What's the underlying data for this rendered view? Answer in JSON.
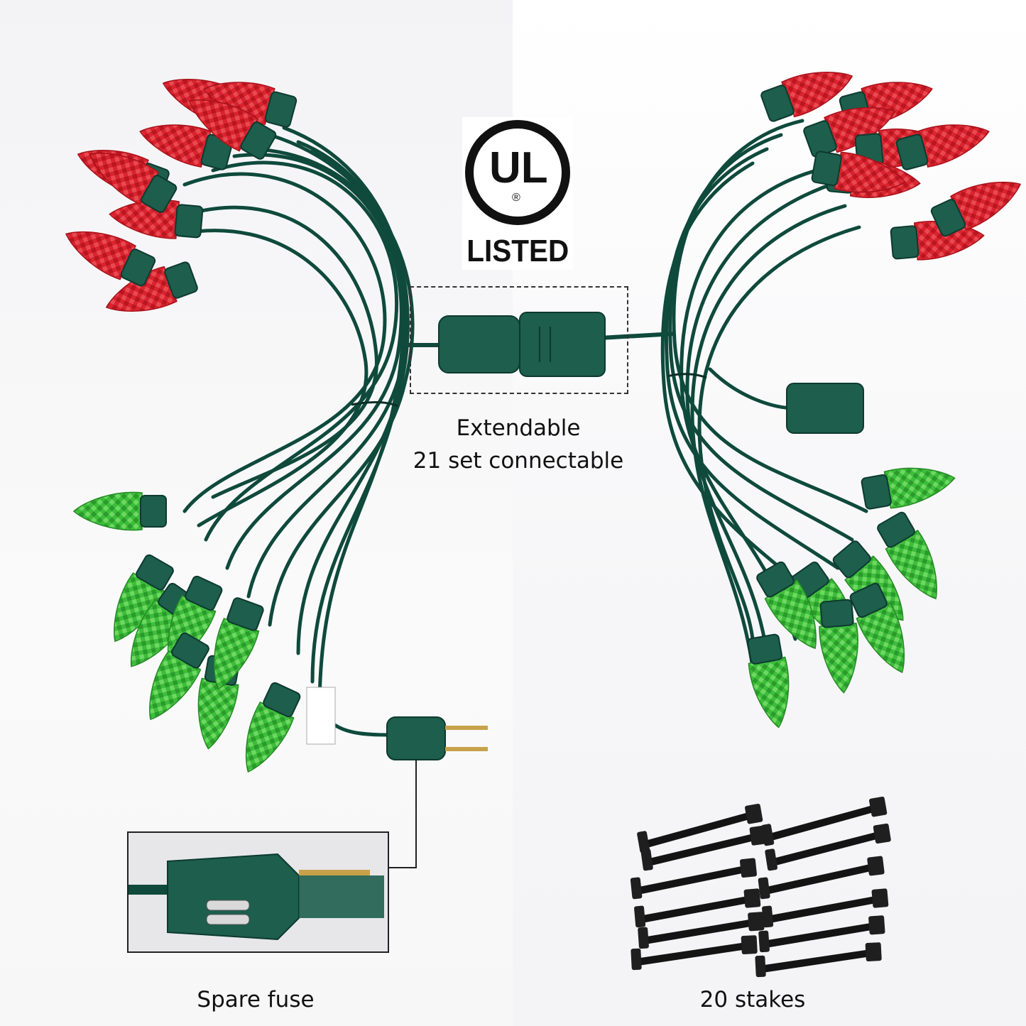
{
  "certification": {
    "logo_letters": "UL",
    "registered_mark": "®",
    "label": "LISTED"
  },
  "captions": {
    "extendable_line1": "Extendable",
    "extendable_line2": "21 set connectable",
    "spare_fuse": "Spare fuse",
    "stakes": "20 stakes"
  },
  "colors": {
    "wire": "#0f4a3c",
    "socket": "#1d5e4c",
    "bulb_red": "#d6222c",
    "bulb_green": "#3fbf3a",
    "stake": "#1a1a1a"
  },
  "icons": [
    "ul-listed-icon",
    "plug-icon",
    "connector-icon",
    "stake-icon",
    "fuse-icon"
  ]
}
